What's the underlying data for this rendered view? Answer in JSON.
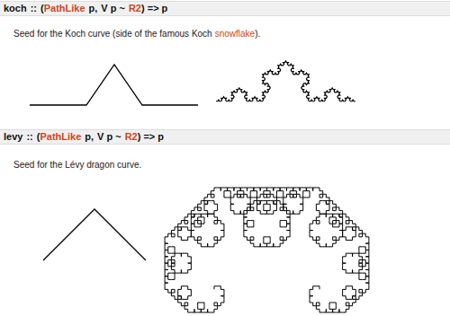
{
  "diagram": {
    "labels": [
      "koch",
      "::",
      "(",
      "PathLike",
      "p,",
      "V p ~",
      "R2",
      ") => p",
      "Seed for the Koch curve (side of the famous Koch",
      "snowflake",
      ").",
      "levy",
      "::",
      "(",
      "PathLike",
      "p,",
      "V p ~",
      "R2",
      ") => p",
      "Seed for the Lévy dragon curve."
    ]
  }
}
